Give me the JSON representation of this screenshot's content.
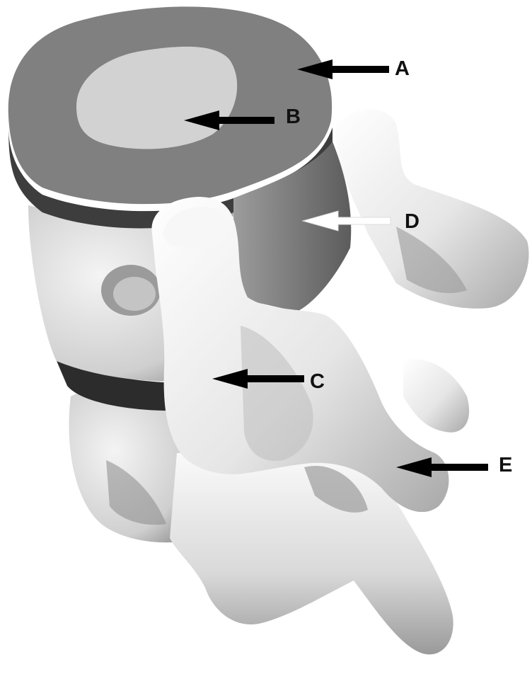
{
  "labels": [
    {
      "id": "A",
      "text": "A",
      "arrow_color": "#000000"
    },
    {
      "id": "B",
      "text": "B",
      "arrow_color": "#000000"
    },
    {
      "id": "C",
      "text": "C",
      "arrow_color": "#000000"
    },
    {
      "id": "D",
      "text": "D",
      "arrow_color": "#ffffff"
    },
    {
      "id": "E",
      "text": "E",
      "arrow_color": "#000000"
    }
  ],
  "colors": {
    "annulus": "#808080",
    "annulus_side": "#3d3d3d",
    "nucleus": "#d2d2d2",
    "bone_light": "#f2f2f2",
    "bone_mid": "#c8c8c8",
    "bone_dark": "#6e6e6e"
  }
}
